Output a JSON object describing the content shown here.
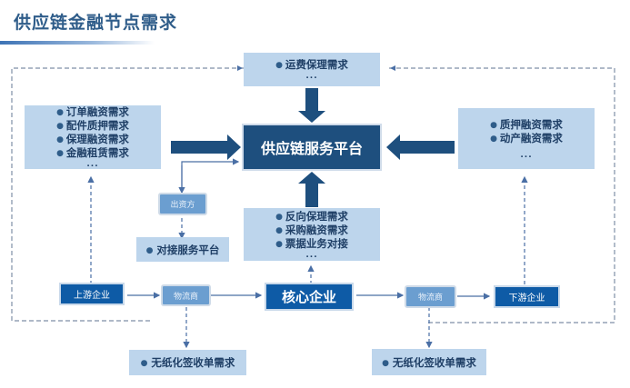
{
  "title": "供应链金融节点需求",
  "platform": {
    "label": "供应链服务平台"
  },
  "top_box": {
    "items": [
      "运费保理需求"
    ],
    "ellipsis": "..."
  },
  "left_box": {
    "items": [
      "订单融资需求",
      "配件质押需求",
      "保理融资需求",
      "金融租赁需求"
    ],
    "ellipsis": "..."
  },
  "right_box": {
    "items": [
      "质押融资需求",
      "动产融资需求"
    ],
    "ellipsis": "..."
  },
  "center_box": {
    "items": [
      "反向保理需求",
      "采购融资需求",
      "票据业务对接"
    ],
    "ellipsis": "..."
  },
  "funder": {
    "label": "出资方"
  },
  "docking": {
    "label": "对接服务平台"
  },
  "chain": {
    "upstream": "上游企业",
    "logistics_left": "物流商",
    "core": "核心企业",
    "logistics_right": "物流商",
    "downstream": "下游企业"
  },
  "paperless_left": {
    "label": "无纸化签收单需求"
  },
  "paperless_right": {
    "label": "无纸化签收单需求"
  },
  "colors": {
    "dark": "#1e4f7e",
    "mid": "#0e5ba6",
    "light": "#bdd5ec",
    "medium": "#6b9ed0",
    "title": "#2f5d8a"
  }
}
